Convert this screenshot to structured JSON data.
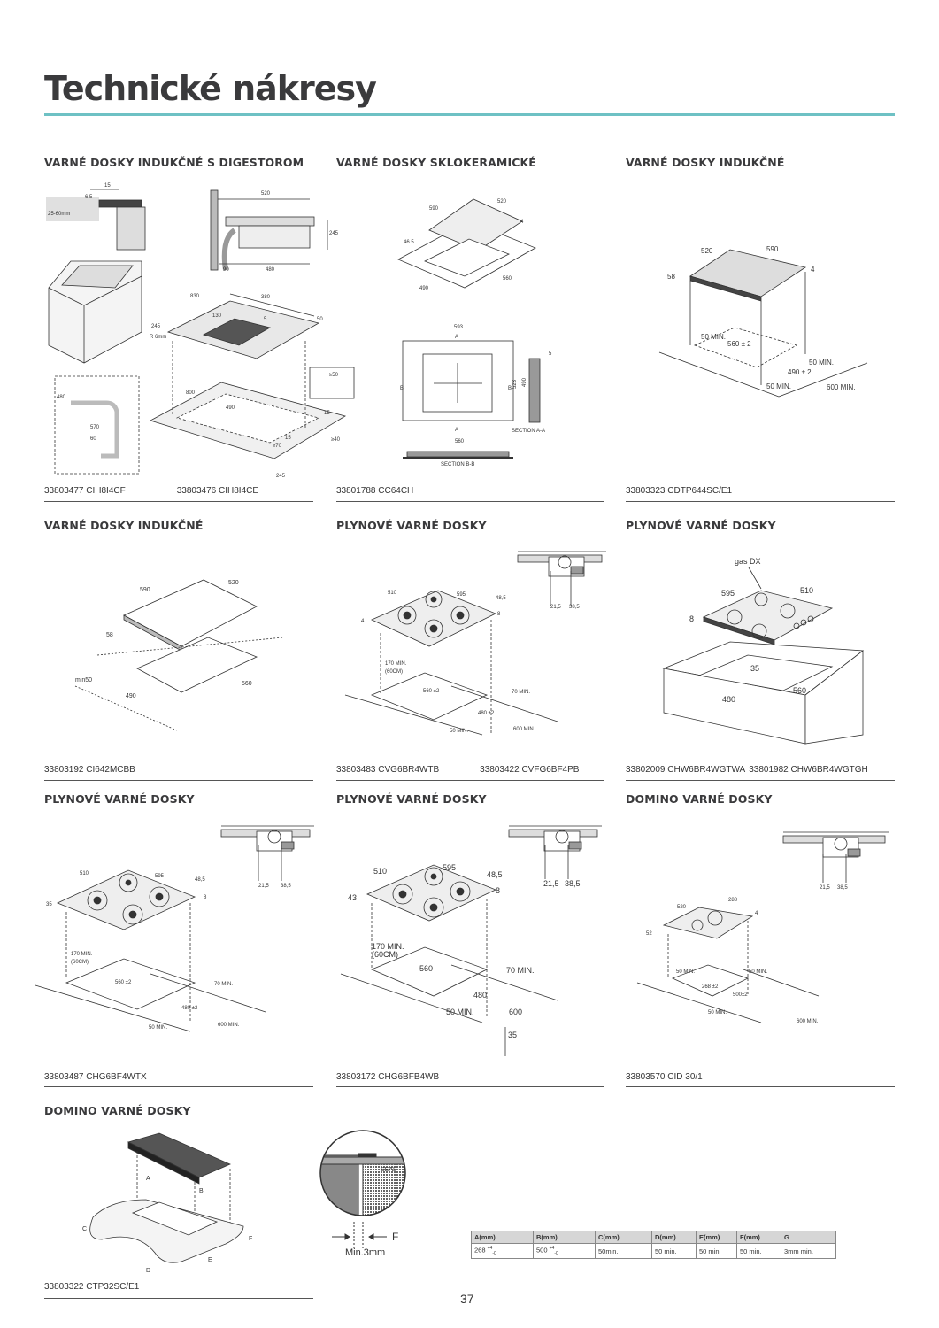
{
  "page_title": "Technické nákresy",
  "page_number": "37",
  "accent_color": "#6ec1c4",
  "sections": [
    {
      "heading": "VARNÉ DOSKY INDUKČNÉ S DIGESTOROM",
      "models": [
        "33803477 CIH8I4CF",
        "33803476 CIH8I4CE"
      ],
      "labels": [
        "15",
        "6.5",
        "25-60mm",
        "520",
        "245",
        "90",
        "480",
        "830",
        "380",
        "130",
        "5",
        "50",
        "245",
        "R 6mm",
        "≥50",
        "800",
        "490",
        "15",
        "15",
        "≥70",
        "≥40",
        "245",
        "480",
        "570",
        "60"
      ]
    },
    {
      "heading": "VARNÉ DOSKY SKLOKERAMICKÉ",
      "models": [
        "33801788 CC64CH"
      ],
      "labels": [
        "590",
        "520",
        "4",
        "46.5",
        "490",
        "560",
        "593",
        "A",
        "5",
        "B",
        "523",
        "490",
        "B",
        "A",
        "SECTION  A-A",
        "560",
        "SECTION  B-B"
      ]
    },
    {
      "heading": "VARNÉ DOSKY INDUKČNÉ",
      "models": [
        "33803323 CDTP644SC/E1"
      ],
      "labels": [
        "520",
        "590",
        "4",
        "58",
        "50 MIN.",
        "560 ± 2",
        "50 MIN.",
        "490 ± 2",
        "50 MIN.",
        "600 MIN."
      ]
    },
    {
      "heading": "VARNÉ DOSKY INDUKČNÉ",
      "models": [
        "33803192 CI642MCBB"
      ],
      "labels": [
        "590",
        "520",
        "58",
        "min50",
        "490",
        "560"
      ]
    },
    {
      "heading": "PLYNOVÉ VARNÉ DOSKY",
      "models": [
        "33803483 CVG6BR4WTB",
        "33803422 CVFG6BF4PB"
      ],
      "labels": [
        "510",
        "595",
        "48,5",
        "8",
        "4",
        "21,5",
        "38,5",
        "170 MIN.",
        "(60CM)",
        "560 ±2",
        "70 MIN.",
        "480 ±2",
        "50 MIN.",
        "600 MIN."
      ]
    },
    {
      "heading": "PLYNOVÉ VARNÉ DOSKY",
      "models": [
        "33802009 CHW6BR4WGTWA",
        "33801982 CHW6BR4WGTGH"
      ],
      "labels": [
        "gas DX",
        "595",
        "510",
        "8",
        "35",
        "480",
        "560"
      ]
    },
    {
      "heading": "PLYNOVÉ VARNÉ DOSKY",
      "models": [
        "33803487 CHG6BF4WTX"
      ],
      "labels": [
        "510",
        "595",
        "48,5",
        "8",
        "35",
        "21,5",
        "38,5",
        "170 MIN.",
        "(60CM)",
        "560 ±2",
        "70 MIN.",
        "480 ±2",
        "50 MIN.",
        "600 MIN."
      ]
    },
    {
      "heading": "PLYNOVÉ VARNÉ DOSKY",
      "models": [
        "33803172 CHG6BFB4WB"
      ],
      "labels": [
        "510",
        "595",
        "48,5",
        "8",
        "43",
        "21,5",
        "38,5",
        "170 MIN.",
        "(60CM)",
        "560",
        "70 MIN.",
        "480",
        "50 MIN.",
        "600",
        "35"
      ]
    },
    {
      "heading": "DOMINO VARNÉ DOSKY",
      "models": [
        "33803570 CID 30/1"
      ],
      "labels": [
        "288",
        "520",
        "4",
        "52",
        "21,5",
        "38,5",
        "50 MIN.",
        "268 ±2",
        "500±2",
        "50 MIN.",
        "50 MIN.",
        "600 MIN."
      ]
    },
    {
      "heading": "DOMINO VARNÉ DOSKY",
      "models": [
        "33803322 CTP32SC/E1"
      ],
      "labels": [
        "A",
        "B",
        "C",
        "D",
        "E",
        "F",
        "SEAL",
        "F",
        "Min.3mm"
      ]
    }
  ],
  "spec_table": {
    "headers": [
      "A(mm)",
      "B(mm)",
      "C(mm)",
      "D(mm)",
      "E(mm)",
      "F(mm)",
      "G"
    ],
    "rows": [
      [
        "268 ",
        "500 ",
        "50min.",
        "50  min.",
        "50 min.",
        "50 min.",
        "3mm min."
      ]
    ],
    "tolerances": [
      "+4",
      "-0",
      "+4",
      "-0"
    ]
  }
}
